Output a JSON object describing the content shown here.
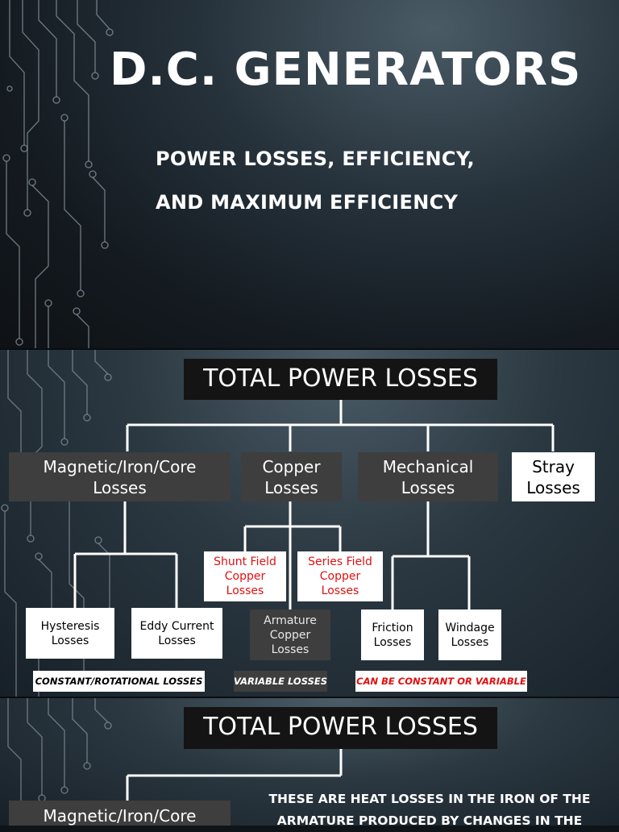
{
  "slide1": {
    "title": "D.C. GENERATORS",
    "subtitle_line1": "POWER LOSSES, EFFICIENCY,",
    "subtitle_line2": "AND MAXIMUM EFFICIENCY"
  },
  "slide2": {
    "header": "TOTAL POWER LOSSES",
    "categories": {
      "magnetic": "Magnetic/Iron/Core\nLosses",
      "copper": "Copper\nLosses",
      "mechanical": "Mechanical\nLosses",
      "stray": "Stray\nLosses"
    },
    "sub": {
      "hysteresis": "Hysteresis\nLosses",
      "eddy": "Eddy Current\nLosses",
      "shunt": "Shunt Field\nCopper\nLosses",
      "series": "Series Field\nCopper\nLosses",
      "armature": "Armature\nCopper\nLosses",
      "friction": "Friction\nLosses",
      "windage": "Windage\nLosses"
    },
    "tags": {
      "constant": "CONSTANT/ROTATIONAL LOSSES",
      "variable": "VARIABLE LOSSES",
      "either": "CAN BE CONSTANT OR VARIABLE"
    }
  },
  "slide3": {
    "header": "TOTAL POWER LOSSES",
    "category": "Magnetic/Iron/Core",
    "description": "THESE ARE HEAT LOSSES IN THE IRON OF THE ARMATURE PRODUCED BY CHANGES IN THE"
  },
  "colors": {
    "red_text": "#e01010",
    "gray_box": "#3e3e3e",
    "header_box": "#141414"
  }
}
